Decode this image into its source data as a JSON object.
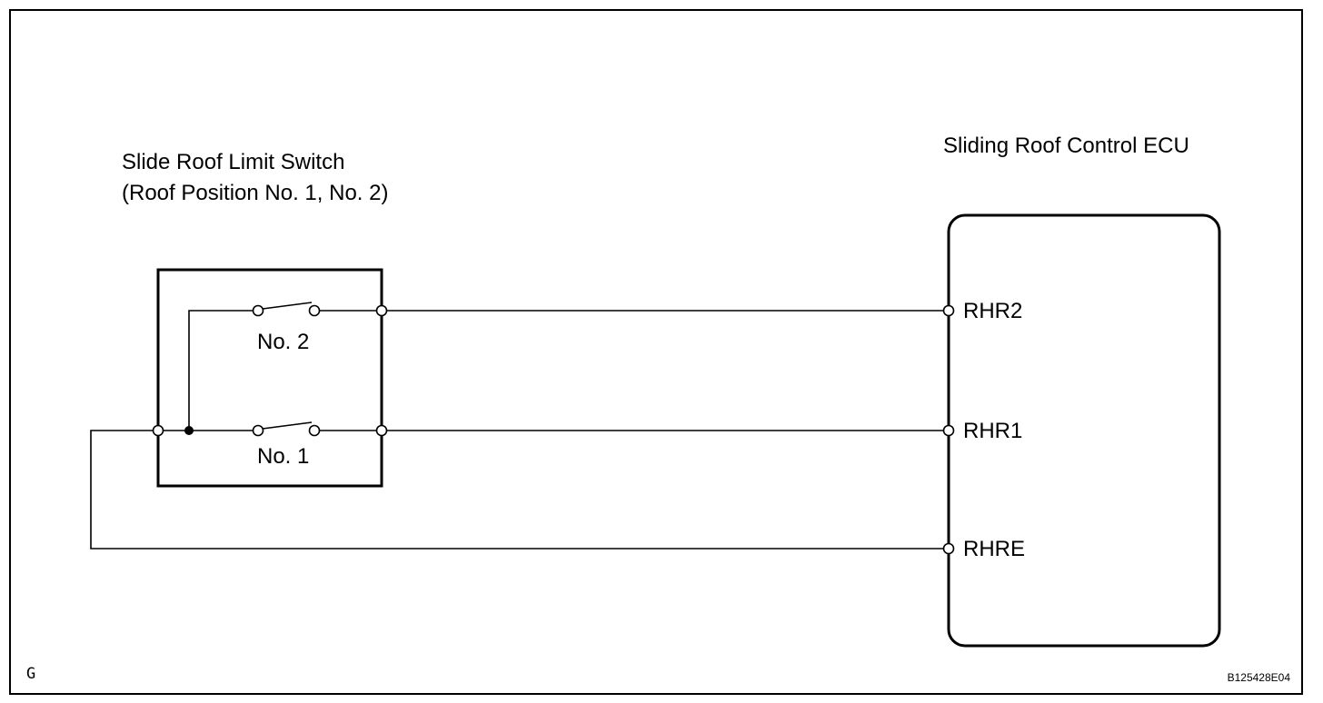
{
  "switch": {
    "title_line1": "Slide Roof Limit Switch",
    "title_line2": "(Roof Position No. 1, No. 2)",
    "sw2_label": "No. 2",
    "sw1_label": "No. 1"
  },
  "ecu": {
    "title": "Sliding Roof Control ECU",
    "pins": [
      "RHR2",
      "RHR1",
      "RHRE"
    ]
  },
  "corner_mark": "G",
  "figure_code": "B125428E04"
}
